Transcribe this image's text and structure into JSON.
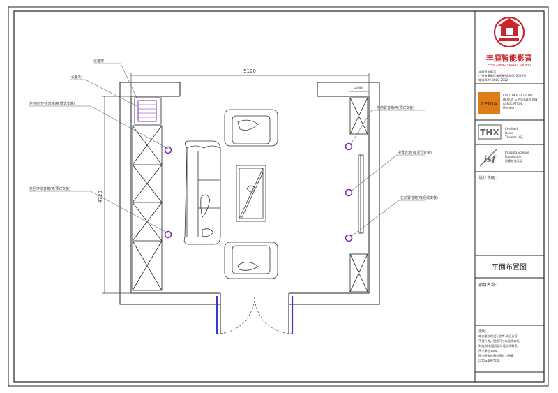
{
  "drawing": {
    "dimension_width": "5120",
    "dimension_height": "4720",
    "dimension_small": "400",
    "labels": {
      "top_left_a": "设备架",
      "top_left_b": "设备柜",
      "left_surround": "左环绕/环绕音箱(吸顶式安装)",
      "left_rear": "左后环绕音箱(吸顶式安装)",
      "front_left": "左前置音箱(吸顶式安装)",
      "center": "中置音箱(吸顶式安装)",
      "front_right": "右前置音箱(吸顶式安装)"
    }
  },
  "title_block": {
    "company_cn": "丰庭智能影音",
    "company_en": "FENGTING SMART VIDEO",
    "company_info": [
      "丰庭智能影音",
      "广州市番禺区市桥街(南城区)0000号",
      "电话:020-8888-2012"
    ],
    "cedia_logo": "CEDIA",
    "cedia_text": [
      "CUSTOM ELECTRONIC",
      "DESIGN & INSTALLATION",
      "ASSOCIATION",
      "Member"
    ],
    "thx_logo": "THX",
    "thx_text": [
      "Certified",
      "Home",
      "Theater 认证"
    ],
    "isf_logo": "isf",
    "isf_text": [
      "Imaging Science",
      "Foundation",
      "影像校准认证"
    ],
    "design_note_label": "设计说明:",
    "drawing_title": "平面布置图",
    "project_label": "项目名称:",
    "notes_heading": "说明:",
    "notes_lines": [
      "本方案仅供设计参考,未经许可,",
      "不得外传。图纸尺寸以现场实际",
      "为准,如有疑问请与设计师联系。",
      "尺寸单位:mm。",
      "图中所有设备位置仅为示意,",
      "以实际安装为准。"
    ]
  },
  "colors": {
    "line": "#222222",
    "leader": "#666666",
    "speaker": "#7a2dbd",
    "door": "#3a3ad0",
    "cedia_orange": "#e07b1a",
    "brand_red": "#c8282d"
  }
}
